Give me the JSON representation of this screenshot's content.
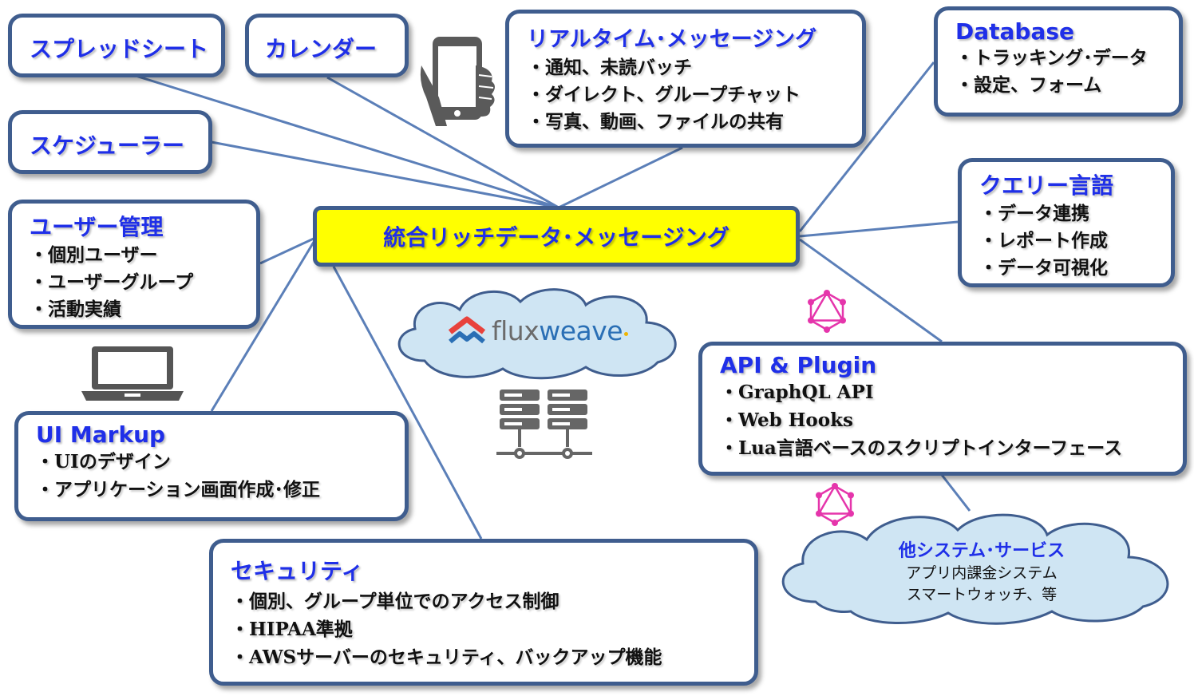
{
  "center": {
    "label": "統合リッチデータ･メッセージング"
  },
  "spreadsheet": {
    "title": "スプレッドシート"
  },
  "calendar": {
    "title": "カレンダー"
  },
  "scheduler": {
    "title": "スケジューラー"
  },
  "realtime": {
    "title": "リアルタイム･メッセージング",
    "items": [
      "通知、未読バッチ",
      "ダイレクト、グループチャット",
      "写真、動画、ファイルの共有"
    ]
  },
  "database": {
    "title": "Database",
    "items": [
      "トラッキング･データ",
      "設定、フォーム"
    ]
  },
  "query": {
    "title": "クエリー言語",
    "items": [
      "データ連携",
      "レポート作成",
      "データ可視化"
    ]
  },
  "user_mgmt": {
    "title": "ユーザー管理",
    "items": [
      "個別ユーザー",
      "ユーザーグループ",
      "活動実績"
    ]
  },
  "api": {
    "title": "API & Plugin",
    "items": [
      "GraphQL API",
      "Web Hooks",
      "Lua言語ベースのスクリプトインターフェース"
    ]
  },
  "ui_markup": {
    "title": "UI Markup",
    "items": [
      "UIのデザイン",
      "アプリケーション画面作成･修正"
    ]
  },
  "security": {
    "title": "セキュリティ",
    "items": [
      "個別、グループ単位でのアクセス制御",
      "HIPAA準拠",
      "AWSサーバーのセキュリティ、バックアップ機能"
    ]
  },
  "brand": {
    "name_a": "flux",
    "name_b": "weave"
  },
  "other_systems": {
    "title": "他システム･サービス",
    "line1": "アプリ内課金システム",
    "line2": "スマートウォッチ、等"
  },
  "colors": {
    "border": "#3f5d8e",
    "title": "#1f2fe8",
    "center_fill": "#ffff00",
    "cloud": "#cfe5f3",
    "graphql": "#e535ab",
    "brand_red": "#e8423c",
    "brand_blue": "#2a6fb5"
  },
  "icons": [
    "smartphone-icon",
    "laptop-icon",
    "server-icon",
    "graphql-icon"
  ]
}
